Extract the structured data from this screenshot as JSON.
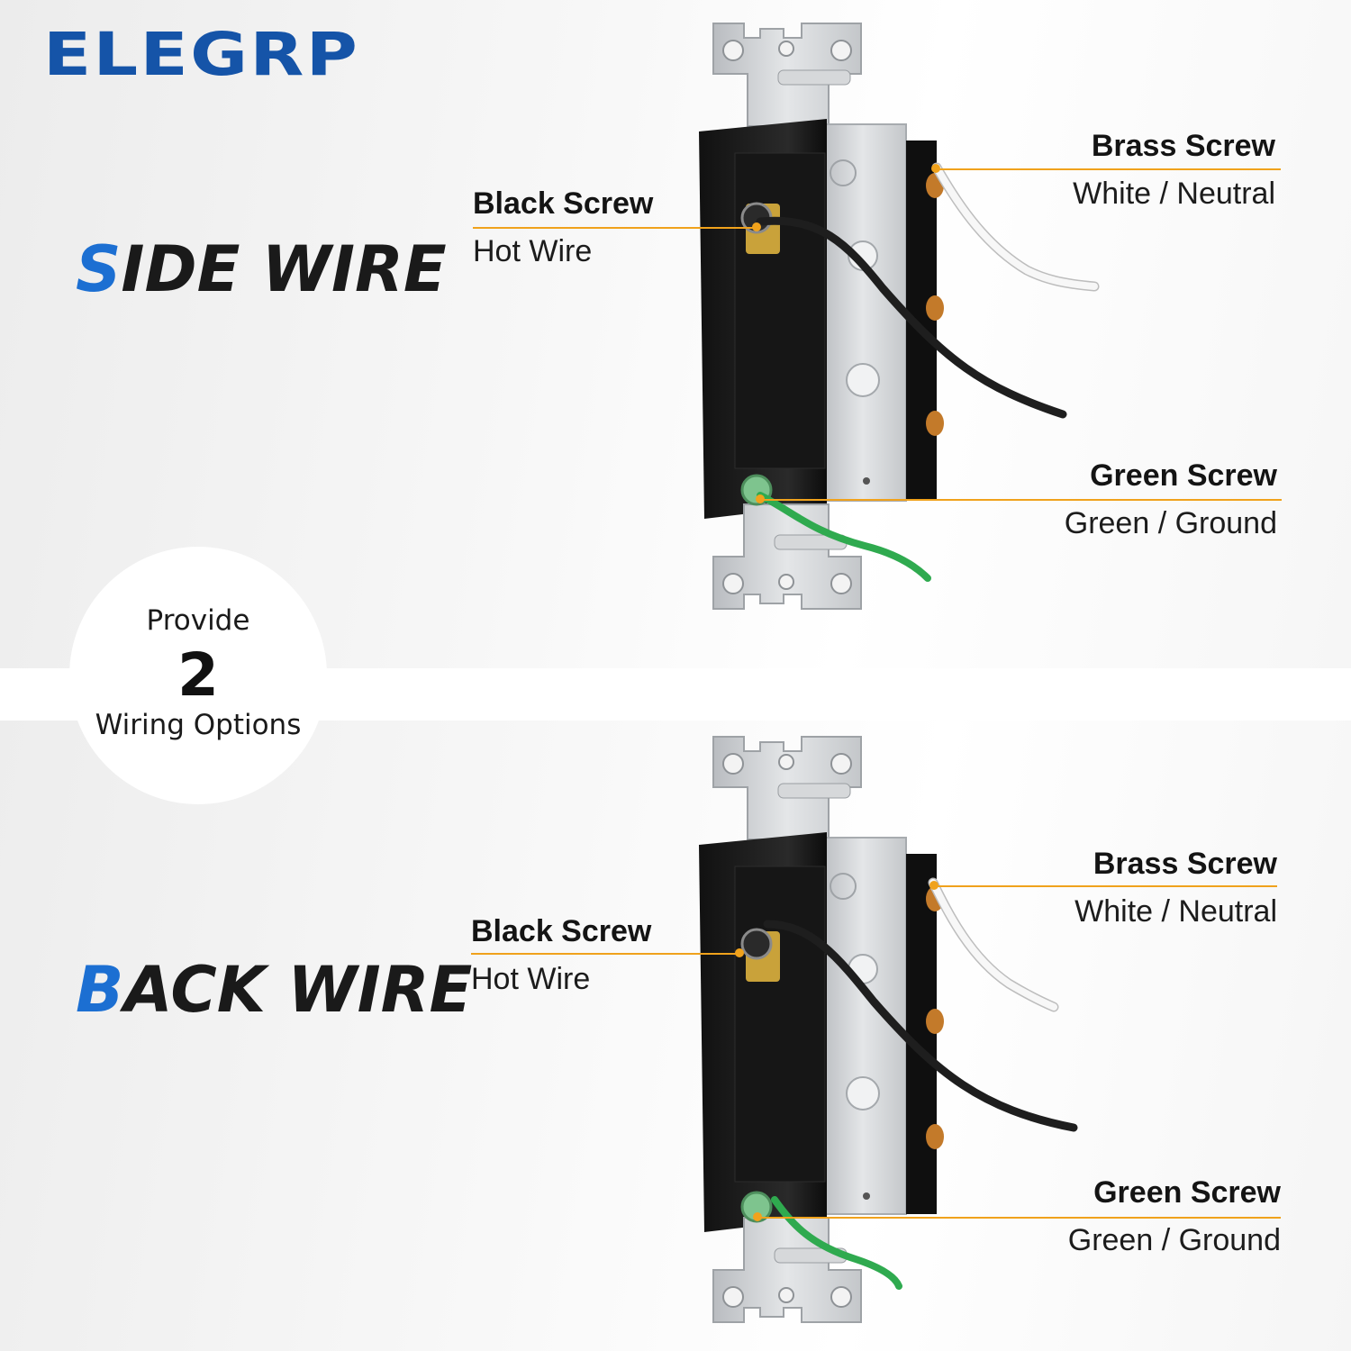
{
  "brand": {
    "logo": "ELEGRP",
    "color": "#1554a8"
  },
  "modes": [
    {
      "accent_letter": "S",
      "rest": "IDE WIRE"
    },
    {
      "accent_letter": "B",
      "rest": "ACK WIRE"
    }
  ],
  "badge": {
    "pre": "Provide",
    "number": "2",
    "post": "Wiring Options"
  },
  "callouts": {
    "black": {
      "title": "Black Screw",
      "sub": "Hot Wire"
    },
    "brass": {
      "title": "Brass Screw",
      "sub": "White / Neutral"
    },
    "green": {
      "title": "Green Screw",
      "sub": "Green / Ground"
    }
  },
  "colors": {
    "accent": "#1c6fd2",
    "leader": "#f0a21c",
    "hot_wire": "#1e1e1e",
    "neutral_wire": "#f7f7f7",
    "ground_wire": "#2faa4f"
  }
}
